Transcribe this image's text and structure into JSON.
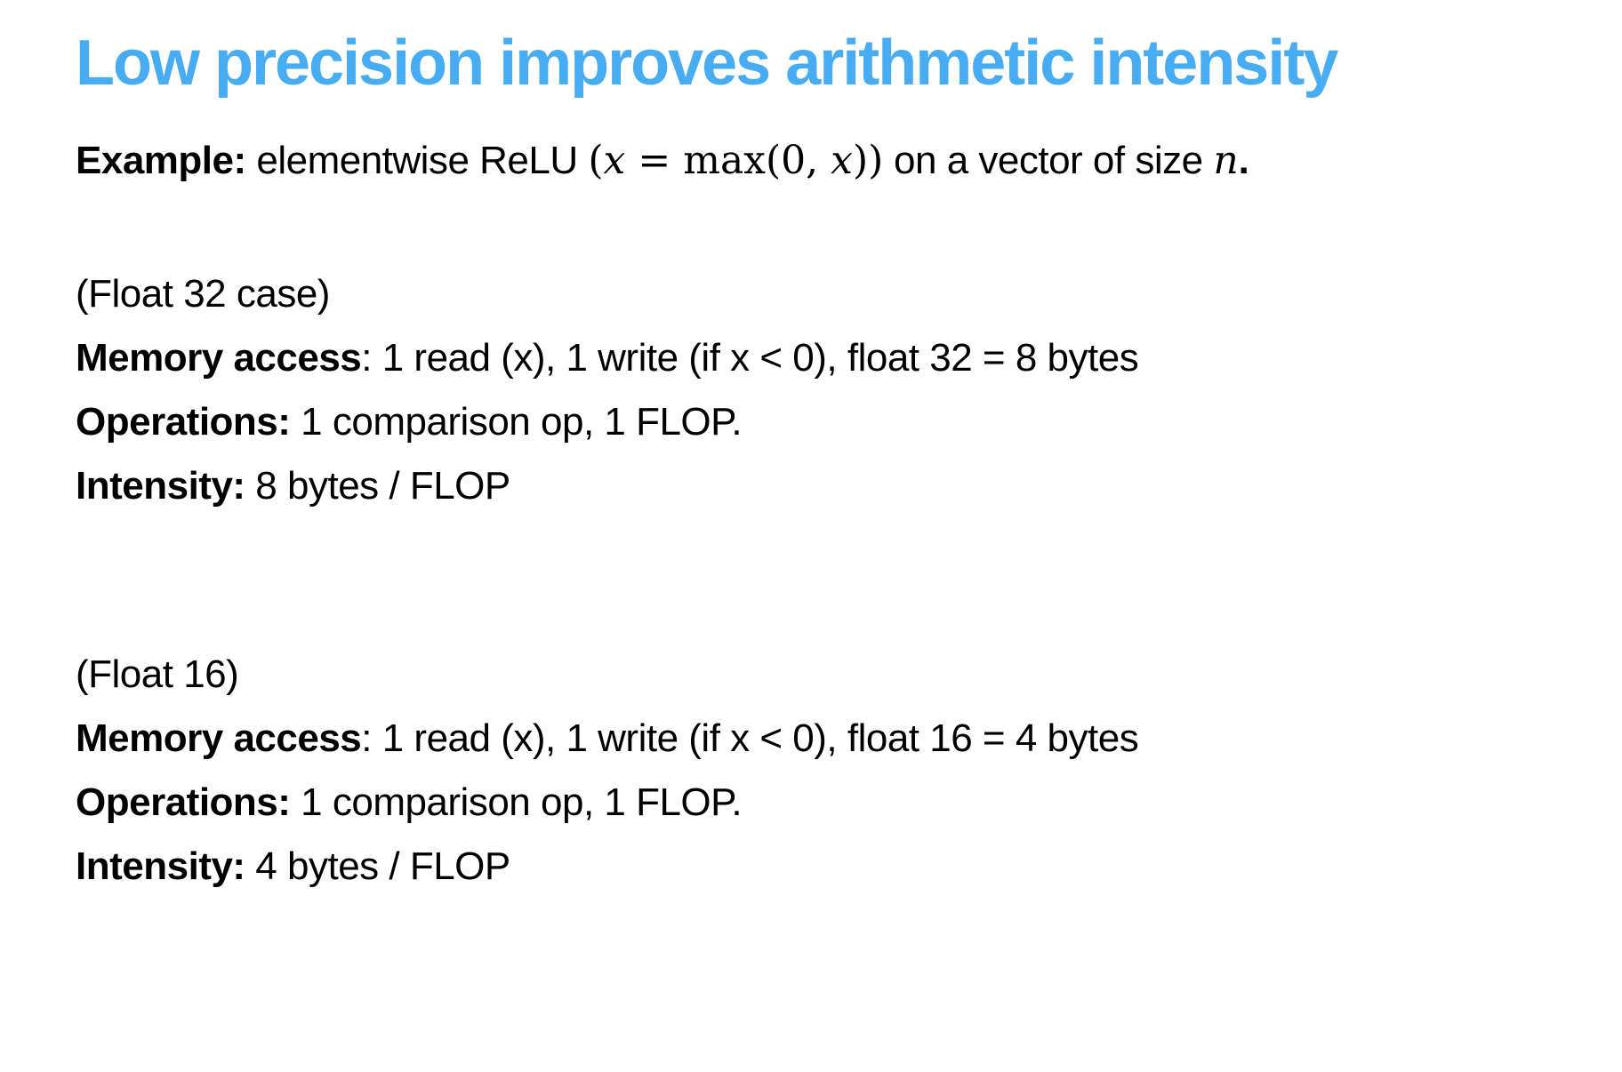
{
  "slide": {
    "title": "Low precision improves arithmetic intensity",
    "title_color": "#47acf2",
    "text_color": "#000000",
    "example": {
      "label": "Example:",
      "text_1": " elementwise ReLU ",
      "math_open": "(",
      "var_x": "x",
      "equals": " = ",
      "max_call": "max(0, ",
      "var_x2": "x",
      "math_close": "))",
      "text_2": " on a vector of size ",
      "var_n": "n",
      "period": "."
    },
    "blocks": [
      {
        "heading": "(Float 32 case)",
        "rows": [
          {
            "label": "Memory access",
            "text": ": 1 read (x), 1 write (if x < 0), float 32 = 8 bytes"
          },
          {
            "label": "Operations:",
            "text": " 1 comparison op, 1 FLOP."
          },
          {
            "label": "Intensity:",
            "text": " 8 bytes / FLOP"
          }
        ]
      },
      {
        "heading": "(Float 16)",
        "rows": [
          {
            "label": "Memory access",
            "text": ": 1 read (x), 1 write (if x < 0), float 16 = 4 bytes"
          },
          {
            "label": "Operations:",
            "text": " 1 comparison op, 1 FLOP."
          },
          {
            "label": "Intensity:",
            "text": " 4 bytes / FLOP"
          }
        ]
      }
    ]
  }
}
